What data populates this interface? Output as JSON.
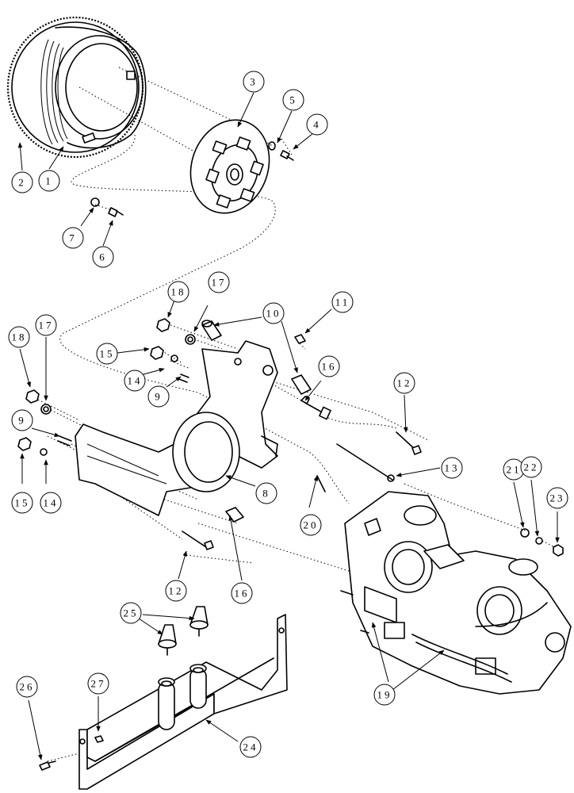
{
  "callouts": [
    {
      "id": "c1",
      "label": "1"
    },
    {
      "id": "c2",
      "label": "2"
    },
    {
      "id": "c3",
      "label": "3"
    },
    {
      "id": "c4",
      "label": "4"
    },
    {
      "id": "c5",
      "label": "5"
    },
    {
      "id": "c6",
      "label": "6"
    },
    {
      "id": "c7",
      "label": "7"
    },
    {
      "id": "c8",
      "label": "8"
    },
    {
      "id": "c9a",
      "label": "9"
    },
    {
      "id": "c9b",
      "label": "9"
    },
    {
      "id": "c10",
      "label": "10"
    },
    {
      "id": "c11",
      "label": "11"
    },
    {
      "id": "c12a",
      "label": "12"
    },
    {
      "id": "c12b",
      "label": "12"
    },
    {
      "id": "c13",
      "label": "13"
    },
    {
      "id": "c14a",
      "label": "14"
    },
    {
      "id": "c14b",
      "label": "14"
    },
    {
      "id": "c15a",
      "label": "15"
    },
    {
      "id": "c15b",
      "label": "15"
    },
    {
      "id": "c16a",
      "label": "16"
    },
    {
      "id": "c16b",
      "label": "16"
    },
    {
      "id": "c17a",
      "label": "17"
    },
    {
      "id": "c17b",
      "label": "17"
    },
    {
      "id": "c18a",
      "label": "18"
    },
    {
      "id": "c18b",
      "label": "18"
    },
    {
      "id": "c19",
      "label": "19"
    },
    {
      "id": "c20",
      "label": "20"
    },
    {
      "id": "c21",
      "label": "21"
    },
    {
      "id": "c22",
      "label": "22"
    },
    {
      "id": "c23",
      "label": "23"
    },
    {
      "id": "c24",
      "label": "24"
    },
    {
      "id": "c25",
      "label": "25"
    },
    {
      "id": "c26",
      "label": "26"
    },
    {
      "id": "c27",
      "label": "27"
    }
  ]
}
